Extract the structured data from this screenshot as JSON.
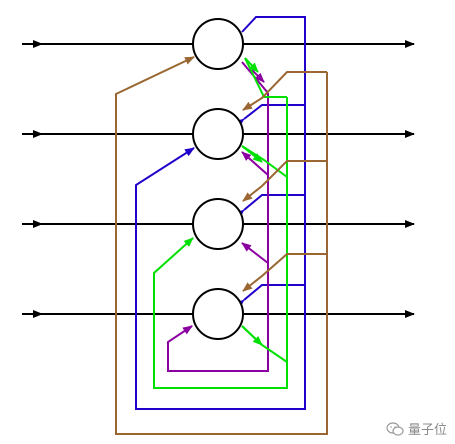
{
  "diagram": {
    "kind": "fully-connected recurrent neural network (4 neurons)",
    "neuron_count": 4,
    "colors": {
      "signal": "#000000",
      "neuron_1": "#2200cc",
      "neuron_2": "#8B00A0",
      "neuron_3": "#00E000",
      "neuron_4": "#9A6733"
    }
  },
  "watermark": {
    "text": "量子位",
    "icon": "wechat-bubble-icon"
  }
}
